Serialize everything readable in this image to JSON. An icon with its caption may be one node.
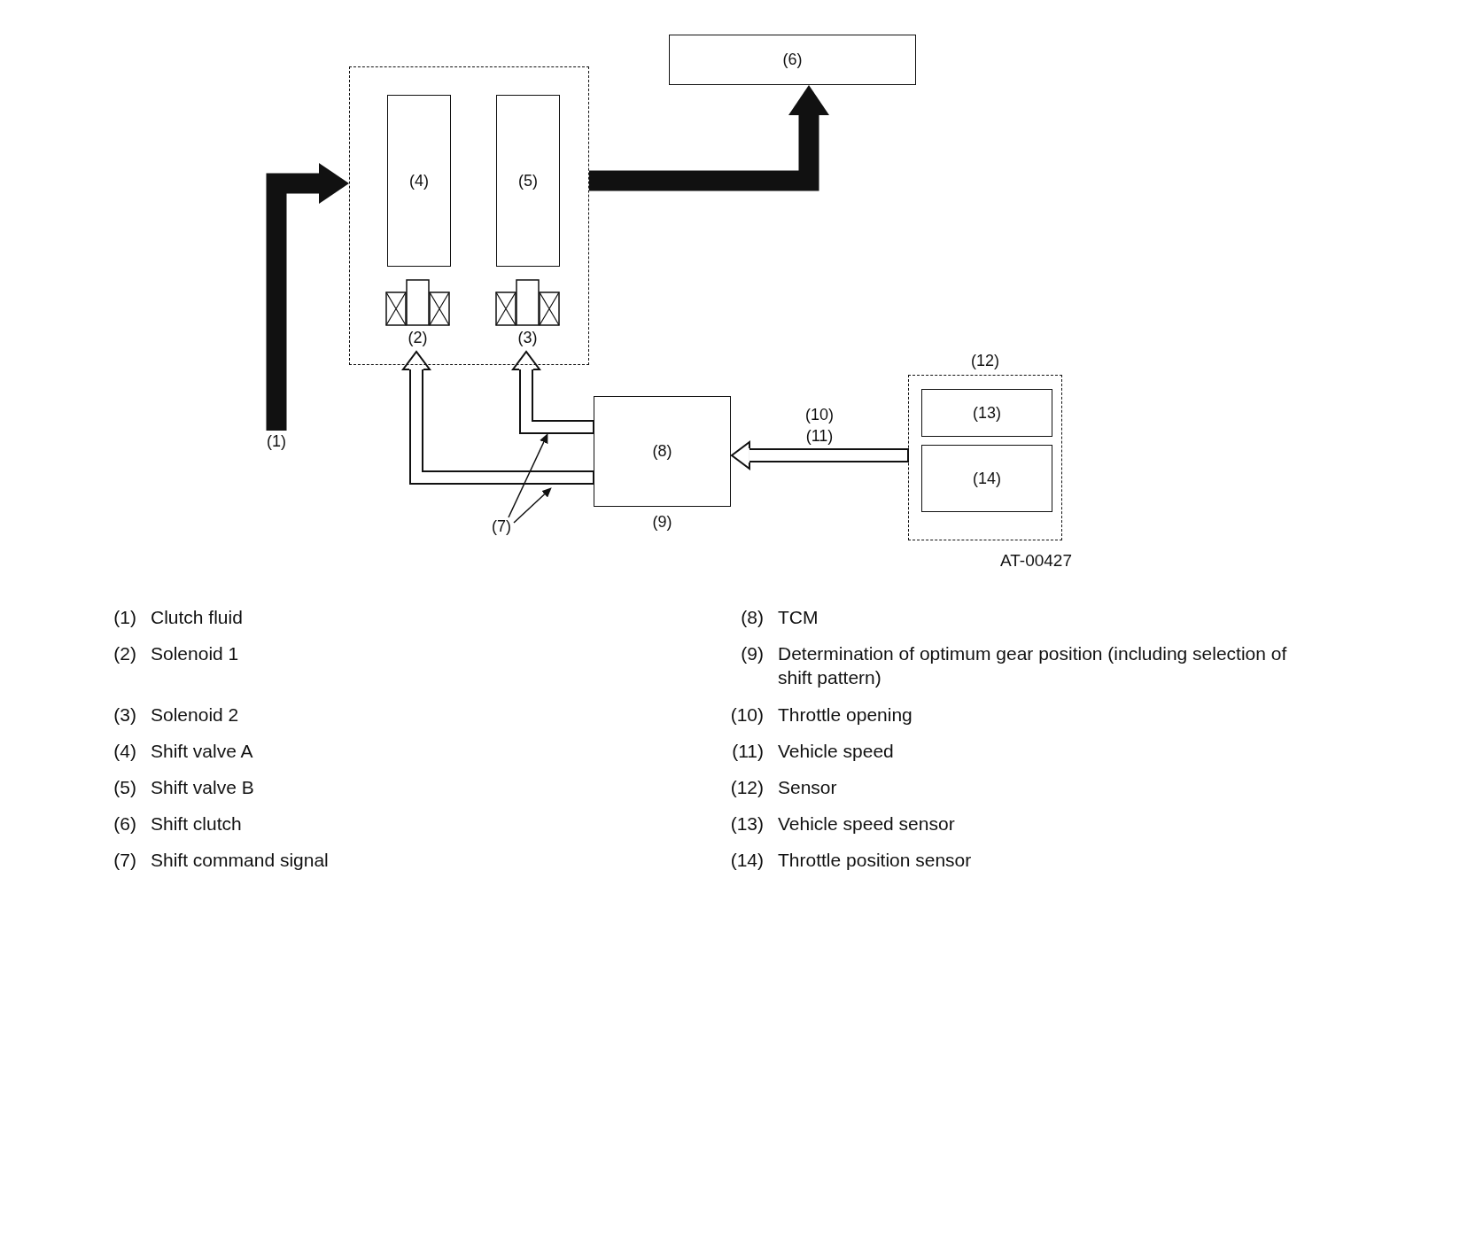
{
  "diagram": {
    "nodes": [
      {
        "text": [],
        "shape": "box"
      },
      {
        "text": [
          "(4)"
        ],
        "in": 0
      },
      {
        "text": [
          "(5)"
        ],
        "in": 0
      },
      {
        "text": [
          "(2)"
        ],
        "in": 0
      },
      {
        "text": [
          "(3)"
        ],
        "in": 0
      },
      {
        "text": [
          "(6)"
        ]
      },
      {
        "text": [
          "(1)"
        ]
      },
      {
        "text": [
          "(8)"
        ],
        "beside": [
          "(9)"
        ]
      },
      {
        "text": [
          "(7)"
        ]
      },
      {
        "text": [
          "(12)"
        ]
      },
      {
        "text": [
          "(13)"
        ],
        "in": 9
      },
      {
        "text": [
          "(14)"
        ],
        "in": 9
      }
    ],
    "edges": [
      {
        "from": 6,
        "to": 0,
        "arrow": "to",
        "style": "thick"
      },
      {
        "from": 0,
        "to": 5,
        "arrow": "to",
        "style": "thick"
      },
      {
        "from": 7,
        "to": 3,
        "arrow": "to"
      },
      {
        "from": 7,
        "to": 4,
        "arrow": "to"
      },
      {
        "from": 9,
        "to": 7,
        "arrow": "to",
        "label": "(10) (11)"
      },
      {
        "from": 8,
        "to": null,
        "arrow": "to"
      },
      {
        "from": 8,
        "to": null,
        "arrow": "to"
      }
    ],
    "labels": [
      "AT-00427",
      "(1)",
      "Clutch fluid",
      "(2)",
      "Solenoid 1",
      "(3)",
      "Solenoid 2",
      "(4)",
      "Shift valve A",
      "(5)",
      "Shift valve B",
      "(6)",
      "Shift clutch",
      "(7)",
      "Shift command signal",
      "(8)",
      "TCM",
      "(9)",
      "Determination of optimum gear position (including selection of shift pattern)",
      "(10)",
      "Throttle opening",
      "(11)",
      "Vehicle speed",
      "(12)",
      "Sensor",
      "(13)",
      "Vehicle speed sensor",
      "(14)",
      "Throttle position sensor"
    ]
  }
}
